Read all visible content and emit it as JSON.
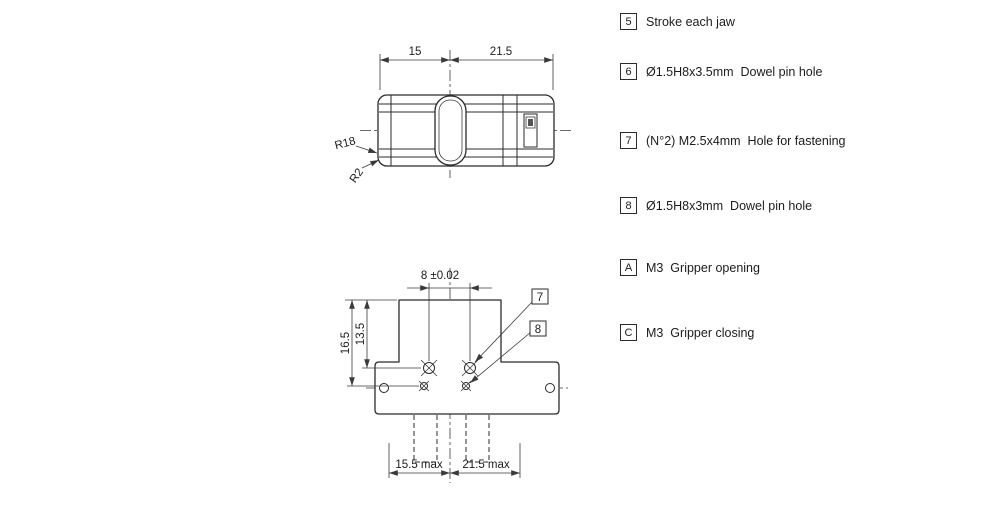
{
  "colors": {
    "line": "#2b2b2b",
    "text": "#1c1c1c",
    "background": "#ffffff"
  },
  "top_view": {
    "dim_width_left": "15",
    "dim_width_right": "21.5",
    "radius_outer": "R18",
    "radius_inner": "R2"
  },
  "front_view": {
    "dim_hole_spacing": "8 ±0.02",
    "dim_height_outer": "16.5",
    "dim_height_inner": "13.5",
    "dim_stroke_left": "15.5 max",
    "dim_stroke_right": "21.5 max",
    "callout_fastening": "7",
    "callout_dowel": "8"
  },
  "legend": {
    "items": [
      {
        "key": "5",
        "label": "Stroke each jaw"
      },
      {
        "key": "6",
        "label": "Ø1.5H8x3.5mm  Dowel pin hole"
      },
      {
        "key": "7",
        "label": "(N°2) M2.5x4mm  Hole for fastening"
      },
      {
        "key": "8",
        "label": "Ø1.5H8x3mm  Dowel pin hole"
      },
      {
        "key": "A",
        "label": "M3  Gripper opening"
      },
      {
        "key": "C",
        "label": "M3  Gripper closing"
      }
    ]
  }
}
